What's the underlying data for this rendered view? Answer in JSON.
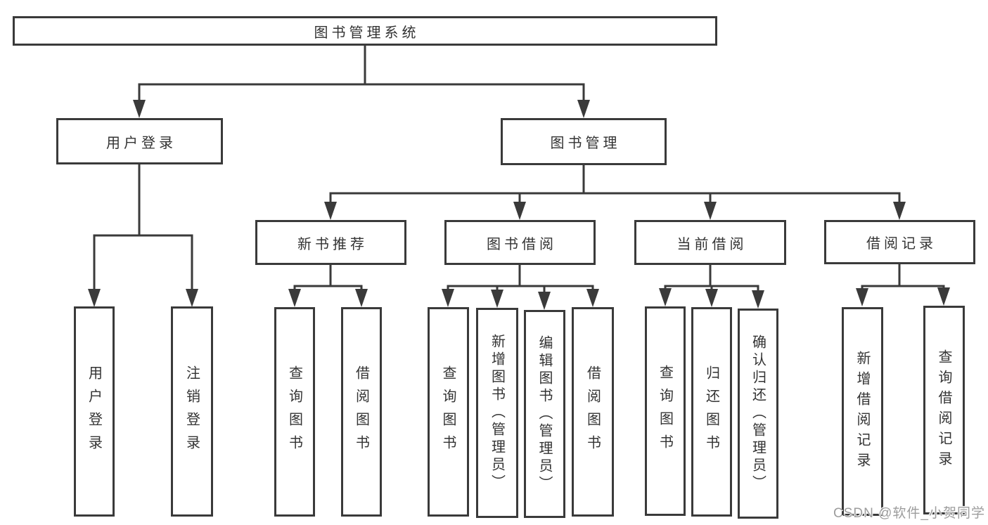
{
  "diagram": {
    "root": {
      "label": "图书管理系统"
    },
    "branches": [
      {
        "label": "用户登录",
        "children": [
          {
            "label": "用户登录"
          },
          {
            "label": "注销登录"
          }
        ]
      },
      {
        "label": "图书管理",
        "children": [
          {
            "label": "新书推荐",
            "children": [
              {
                "label": "查询图书"
              },
              {
                "label": "借阅图书"
              }
            ]
          },
          {
            "label": "图书借阅",
            "children": [
              {
                "label": "查询图书"
              },
              {
                "label": "新增图书（管理员）"
              },
              {
                "label": "编辑图书（管理员）"
              },
              {
                "label": "借阅图书"
              }
            ]
          },
          {
            "label": "当前借阅",
            "children": [
              {
                "label": "查询图书"
              },
              {
                "label": "归还图书"
              },
              {
                "label": "确认归还（管理员）"
              }
            ]
          },
          {
            "label": "借阅记录",
            "children": [
              {
                "label": "新增借阅记录"
              },
              {
                "label": "查询借阅记录"
              }
            ]
          }
        ]
      }
    ],
    "watermark": "CSDN @软件_小贺同学",
    "colors": {
      "line": "#3a3a3a",
      "text": "#333333",
      "box_bg": "#ffffff",
      "watermark": "#9d9d9d"
    }
  }
}
